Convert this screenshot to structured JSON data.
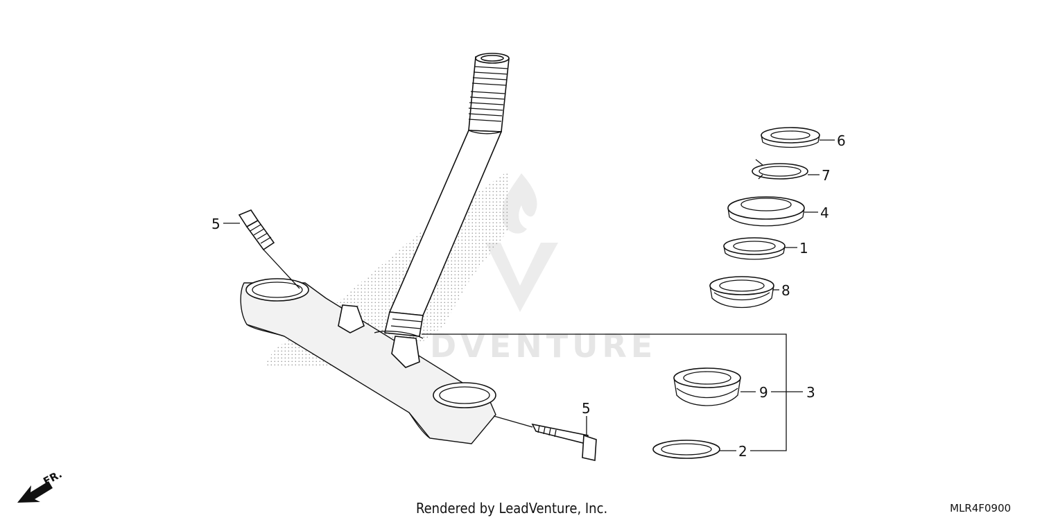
{
  "watermark": {
    "text": "DVENTURE"
  },
  "labels": {
    "l1": "1",
    "l2": "2",
    "l3": "3",
    "l4": "4",
    "l5a": "5",
    "l5b": "5",
    "l6": "6",
    "l7": "7",
    "l8": "8",
    "l9": "9"
  },
  "direction": {
    "text": "FR."
  },
  "footer": {
    "credit": "Rendered by LeadVenture, Inc.",
    "code": "MLR4F0900"
  }
}
